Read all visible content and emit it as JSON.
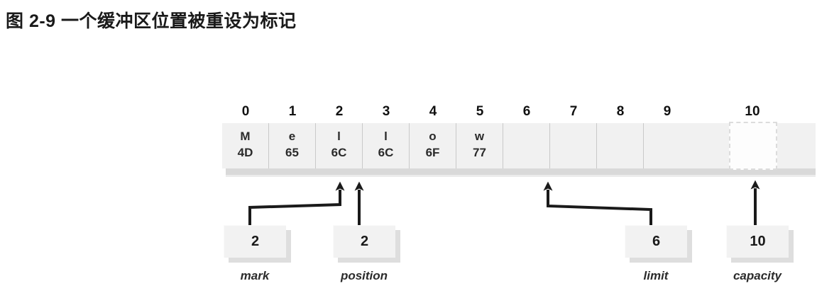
{
  "figure": {
    "caption": "图 2-9 一个缓冲区位置被重设为标记"
  },
  "diagram": {
    "type": "java-nio-buffer-state",
    "index_labels": [
      "0",
      "1",
      "2",
      "3",
      "4",
      "5",
      "6",
      "7",
      "8",
      "9",
      "10"
    ],
    "cells": [
      {
        "index": "0",
        "char": "M",
        "hex": "4D",
        "filled": true
      },
      {
        "index": "1",
        "char": "e",
        "hex": "65",
        "filled": true
      },
      {
        "index": "2",
        "char": "l",
        "hex": "6C",
        "filled": true
      },
      {
        "index": "3",
        "char": "l",
        "hex": "6C",
        "filled": true
      },
      {
        "index": "4",
        "char": "o",
        "hex": "6F",
        "filled": true
      },
      {
        "index": "5",
        "char": "w",
        "hex": "77",
        "filled": true
      },
      {
        "index": "6",
        "char": "",
        "hex": "",
        "filled": false
      },
      {
        "index": "7",
        "char": "",
        "hex": "",
        "filled": false
      },
      {
        "index": "8",
        "char": "",
        "hex": "",
        "filled": false
      },
      {
        "index": "9",
        "char": "",
        "hex": "",
        "filled": false
      },
      {
        "index": "10",
        "char": "",
        "hex": "",
        "filled": false
      }
    ],
    "markers": [
      {
        "key": "mark",
        "value": "2",
        "caption": "mark",
        "points_to_index": 2
      },
      {
        "key": "position",
        "value": "2",
        "caption": "position",
        "points_to_index": 2
      },
      {
        "key": "limit",
        "value": "6",
        "caption": "limit",
        "points_to_index": 6
      },
      {
        "key": "capacity",
        "value": "10",
        "caption": "capacity",
        "points_to_index": 10
      }
    ],
    "colors": {
      "cell_fill": "#f1f1f1",
      "cell_divider": "#c9c9c9",
      "bar_shadow": "#d9d9d9",
      "box_face": "#f2f2f2",
      "box_shadow": "#dedede",
      "arrow": "#1a1a1a",
      "text": "#1a1a1a"
    }
  }
}
